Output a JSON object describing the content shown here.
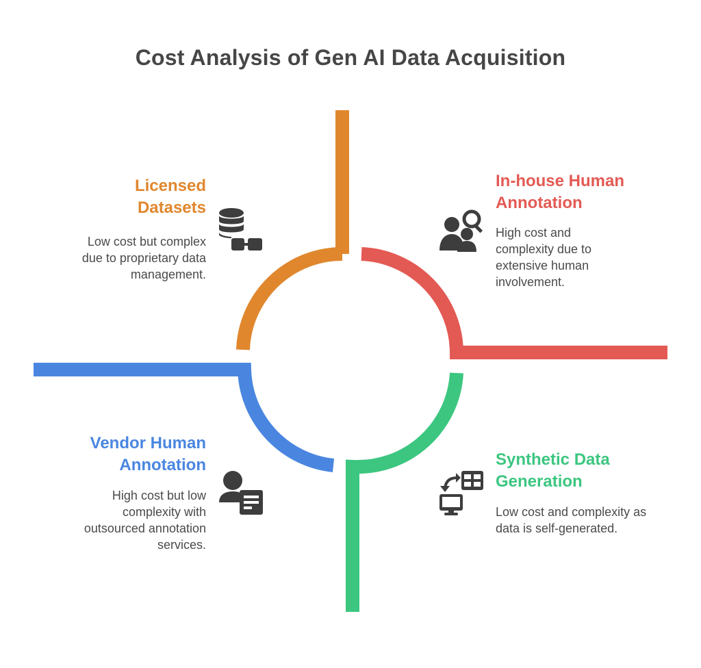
{
  "title": "Cost Analysis of Gen AI Data Acquisition",
  "colors": {
    "orange": "#E0872E",
    "red": "#E35A54",
    "blue": "#4A86E0",
    "green": "#3CC680",
    "icon": "#3D3D3D",
    "text": "#4A4A4A"
  },
  "quadrants": {
    "licensed": {
      "heading_line1": "Licensed",
      "heading_line2": "Datasets",
      "desc_line1": "Low cost but complex",
      "desc_line2": "due to proprietary data",
      "desc_line3": "management.",
      "icon": "database-icon"
    },
    "inhouse": {
      "heading_line1": "In-house Human",
      "heading_line2": "Annotation",
      "desc_line1": "High cost and",
      "desc_line2": "complexity due to",
      "desc_line3": "extensive human",
      "desc_line4": "involvement.",
      "icon": "people-search-icon"
    },
    "vendor": {
      "heading_line1": "Vendor Human",
      "heading_line2": "Annotation",
      "desc_line1": "High cost but low",
      "desc_line2": "complexity with",
      "desc_line3": "outsourced annotation",
      "desc_line4": "services.",
      "icon": "person-document-icon"
    },
    "synthetic": {
      "heading_line1": "Synthetic Data",
      "heading_line2": "Generation",
      "desc_line1": "Low cost and complexity as",
      "desc_line2": "data is self-generated.",
      "icon": "monitor-table-icon"
    }
  }
}
